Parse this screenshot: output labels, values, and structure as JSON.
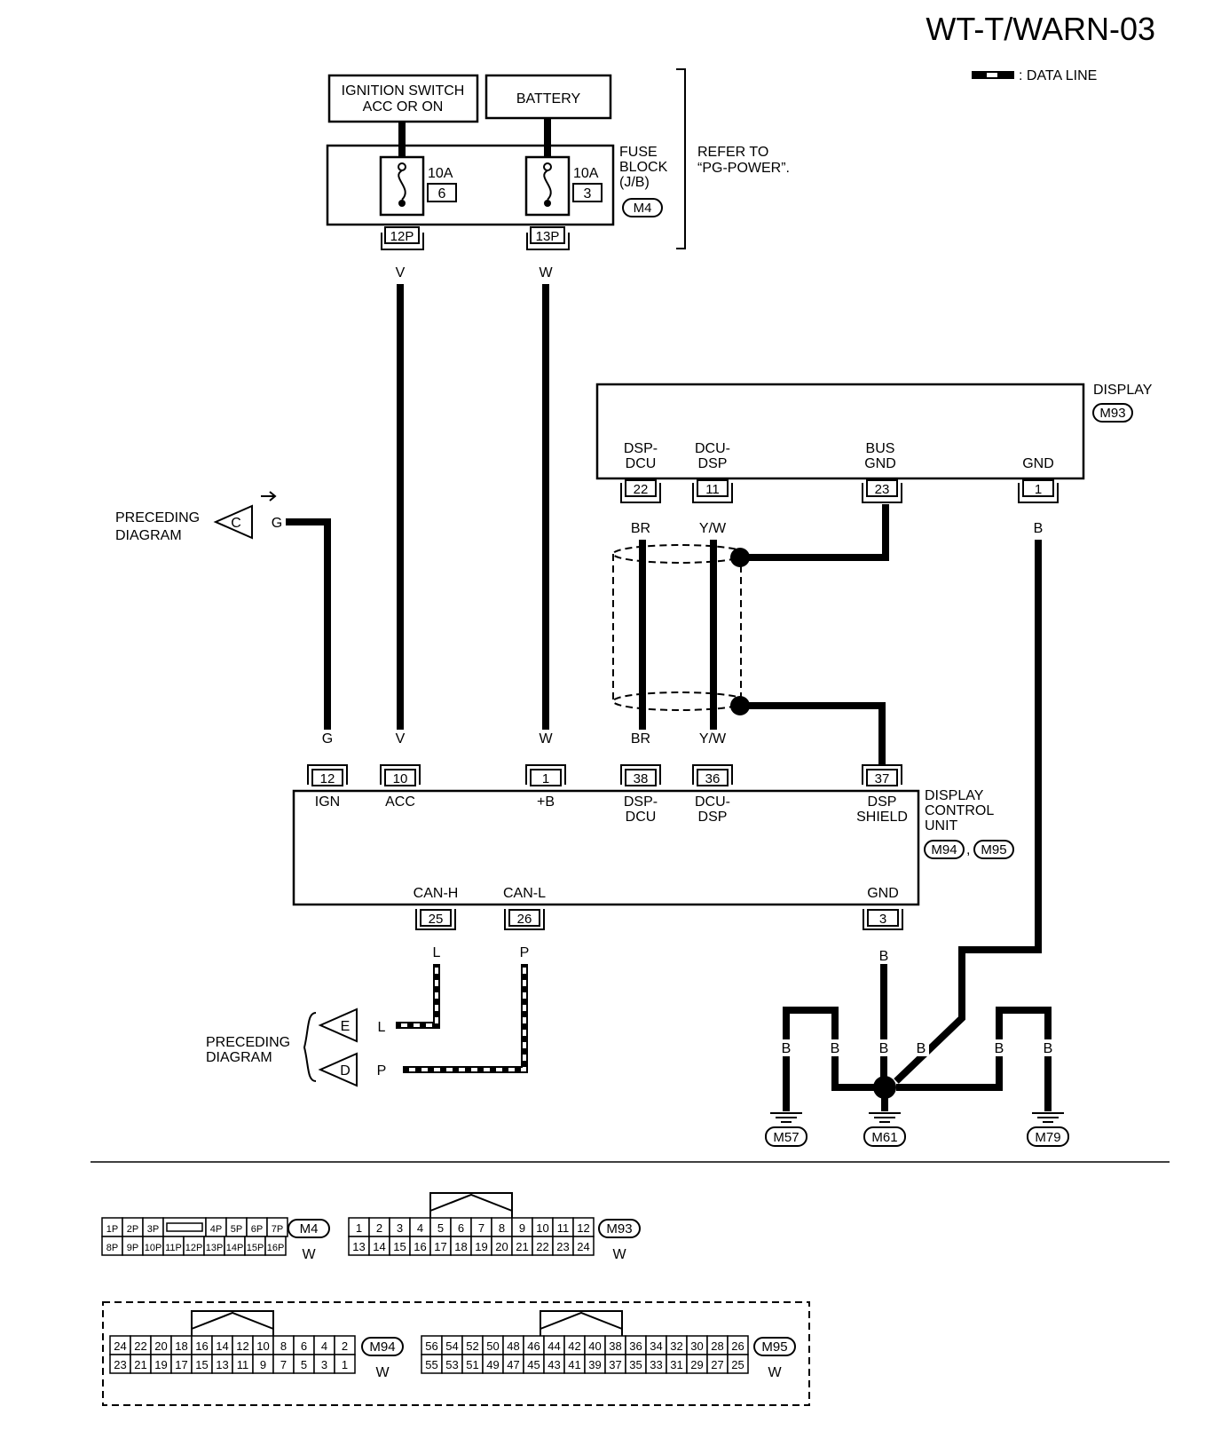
{
  "header": {
    "code": "WT-T/WARN-03",
    "legend": ": DATA LINE"
  },
  "power": {
    "ignition": "IGNITION SWITCH\nACC OR ON",
    "battery": "BATTERY",
    "fuse1_amp": "10A",
    "fuse1_num": "6",
    "fuse2_amp": "10A",
    "fuse2_num": "3",
    "fuse_block": "FUSE\nBLOCK\n(J/B)",
    "fuse_block_conn": "M4",
    "refer": "REFER TO\n“PG-POWER”.",
    "pin1": "12P",
    "pin2": "13P",
    "wire1": "V",
    "wire2": "W"
  },
  "display": {
    "name": "DISPLAY",
    "conn": "M93",
    "pins": [
      {
        "label": "DSP-\nDCU",
        "num": "22",
        "wire": "BR"
      },
      {
        "label": "DCU-\nDSP",
        "num": "11",
        "wire": "Y/W"
      },
      {
        "label": "BUS\nGND",
        "num": "23",
        "wire": ""
      },
      {
        "label": "GND",
        "num": "1",
        "wire": "B"
      }
    ]
  },
  "preceding_top": {
    "label": "PRECEDING\nDIAGRAM",
    "ref": "C",
    "wire": "G"
  },
  "dcu": {
    "name": "DISPLAY\nCONTROL\nUNIT",
    "conn1": "M94",
    "conn2": "M95",
    "top_pins": [
      {
        "wire": "G",
        "num": "12",
        "label": "IGN"
      },
      {
        "wire": "V",
        "num": "10",
        "label": "ACC"
      },
      {
        "wire": "W",
        "num": "1",
        "label": "+B"
      },
      {
        "wire": "BR",
        "num": "38",
        "label": "DSP-\nDCU"
      },
      {
        "wire": "Y/W",
        "num": "36",
        "label": "DCU-\nDSP"
      },
      {
        "wire": "",
        "num": "37",
        "label": "DSP\nSHIELD"
      }
    ],
    "bottom_pins": [
      {
        "label": "CAN-H",
        "num": "25",
        "wire": "L"
      },
      {
        "label": "CAN-L",
        "num": "26",
        "wire": "P"
      },
      {
        "label": "GND",
        "num": "3",
        "wire": "B"
      }
    ]
  },
  "preceding_bottom": {
    "label": "PRECEDING\nDIAGRAM",
    "items": [
      {
        "ref": "E",
        "wire": "L"
      },
      {
        "ref": "D",
        "wire": "P"
      }
    ]
  },
  "grounds": {
    "wires": [
      "B",
      "B",
      "B",
      "B",
      "B",
      "B"
    ],
    "points": [
      "M57",
      "M61",
      "M79"
    ]
  },
  "connectors": {
    "m4": {
      "name": "M4",
      "color": "W",
      "top": [
        "1P",
        "2P",
        "3P",
        "",
        "4P",
        "5P",
        "6P",
        "7P"
      ],
      "bottom": [
        "8P",
        "9P",
        "10P",
        "11P",
        "12P",
        "13P",
        "14P",
        "15P",
        "16P"
      ]
    },
    "m93": {
      "name": "M93",
      "color": "W",
      "top": [
        "1",
        "2",
        "3",
        "4",
        "5",
        "6",
        "7",
        "8",
        "9",
        "10",
        "11",
        "12"
      ],
      "bottom": [
        "13",
        "14",
        "15",
        "16",
        "17",
        "18",
        "19",
        "20",
        "21",
        "22",
        "23",
        "24"
      ]
    },
    "m94": {
      "name": "M94",
      "color": "W",
      "top": [
        "24",
        "22",
        "20",
        "18",
        "16",
        "14",
        "12",
        "10",
        "8",
        "6",
        "4",
        "2"
      ],
      "bottom": [
        "23",
        "21",
        "19",
        "17",
        "15",
        "13",
        "11",
        "9",
        "7",
        "5",
        "3",
        "1"
      ]
    },
    "m95": {
      "name": "M95",
      "color": "W",
      "top": [
        "56",
        "54",
        "52",
        "50",
        "48",
        "46",
        "44",
        "42",
        "40",
        "38",
        "36",
        "34",
        "32",
        "30",
        "28",
        "26"
      ],
      "bottom": [
        "55",
        "53",
        "51",
        "49",
        "47",
        "45",
        "43",
        "41",
        "39",
        "37",
        "35",
        "33",
        "31",
        "29",
        "27",
        "25"
      ]
    }
  }
}
